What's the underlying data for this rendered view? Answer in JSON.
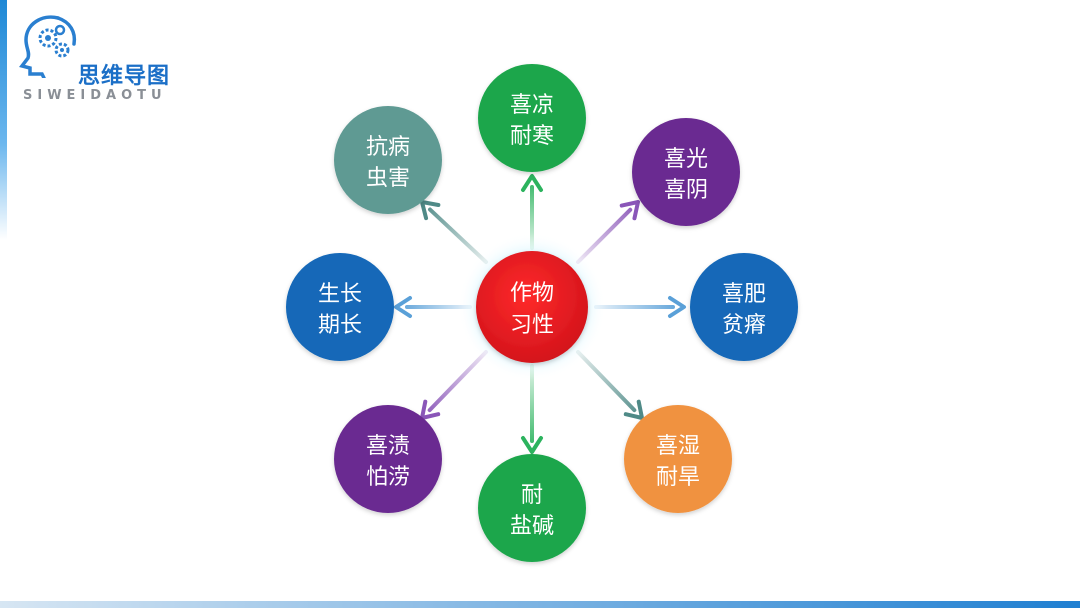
{
  "logo": {
    "title": "思维导图",
    "subtitle": "SIWEIDAOTU"
  },
  "colors": {
    "accent": "#1b6fc7",
    "center": "#e01b24",
    "green": "#1aa64b",
    "purple": "#6a2c91",
    "blue": "#1268b8",
    "orange": "#f0923f",
    "teal": "#5f9a93"
  },
  "diagram": {
    "center": {
      "line1": "作物",
      "line2": "习性"
    },
    "nodes": [
      {
        "line1": "喜凉",
        "line2": "耐寒"
      },
      {
        "line1": "喜光",
        "line2": "喜阴"
      },
      {
        "line1": "喜肥",
        "line2": "贫瘠"
      },
      {
        "line1": "喜湿",
        "line2": "耐旱"
      },
      {
        "line1": "耐",
        "line2": "盐碱"
      },
      {
        "line1": "喜渍",
        "line2": "怕涝"
      },
      {
        "line1": "生长",
        "line2": "期长"
      },
      {
        "line1": "抗病",
        "line2": "虫害"
      }
    ]
  }
}
